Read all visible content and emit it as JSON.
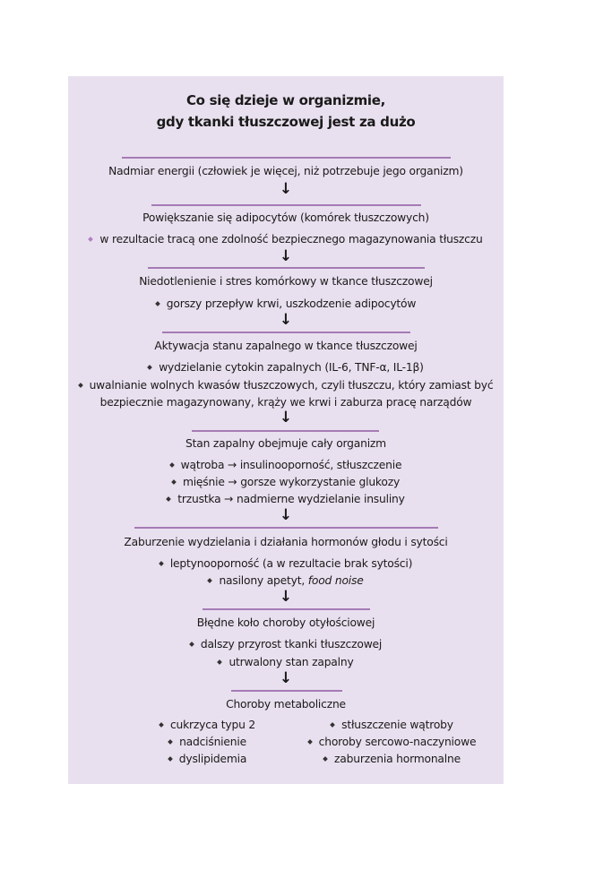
{
  "title": {
    "line1": "Co się dzieje w organizmie,",
    "line2": "gdy tkanki tłuszczowej jest za dużo"
  },
  "arrow": "↓",
  "colors": {
    "background": "#e9e0ef",
    "rule": "#a57bb5",
    "bullet_accent": "#b07fc4"
  },
  "steps": [
    {
      "heading": "Nadmiar energii (człowiek je więcej, niż potrzebuje jego organizm)",
      "bullets": []
    },
    {
      "heading": "Powiększanie się adipocytów (komórek tłuszczowych)",
      "bullets": [
        "w rezultacie tracą one zdolność bezpiecznego magazynowania tłuszczu"
      ]
    },
    {
      "heading": "Niedotlenienie i stres komórkowy w tkance tłuszczowej",
      "bullets": [
        "gorszy przepływ krwi, uszkodzenie adipocytów"
      ]
    },
    {
      "heading": "Aktywacja stanu zapalnego w tkance tłuszczowej",
      "bullets": [
        "wydzielanie cytokin zapalnych (IL-6, TNF-α, IL-1β)",
        "uwalnianie wolnych kwasów tłuszczowych, czyli tłuszczu, który zamiast być",
        "bezpiecznie magazynowany, krąży we krwi i zaburza pracę narządów"
      ]
    },
    {
      "heading": "Stan zapalny obejmuje cały organizm",
      "bullets": [
        "wątroba → insulinooporność, stłuszczenie",
        "mięśnie → gorsze wykorzystanie glukozy",
        "trzustka → nadmierne wydzielanie insuliny"
      ]
    },
    {
      "heading": "Zaburzenie wydzielania i działania hormonów głodu i sytości",
      "bullets": [
        "leptynooporność (a w rezultacie brak sytości)",
        "nasilony apetyt, ",
        "food noise"
      ]
    },
    {
      "heading": "Błędne koło choroby otyłościowej",
      "bullets": [
        "dalszy przyrost tkanki tłuszczowej",
        "utrwalony stan zapalny"
      ]
    },
    {
      "heading": "Choroby metaboliczne",
      "left": [
        "cukrzyca typu 2",
        "nadciśnienie",
        "dyslipidemia"
      ],
      "right": [
        "stłuszczenie wątroby",
        "choroby sercowo-naczyniowe",
        "zaburzenia hormonalne"
      ]
    }
  ]
}
